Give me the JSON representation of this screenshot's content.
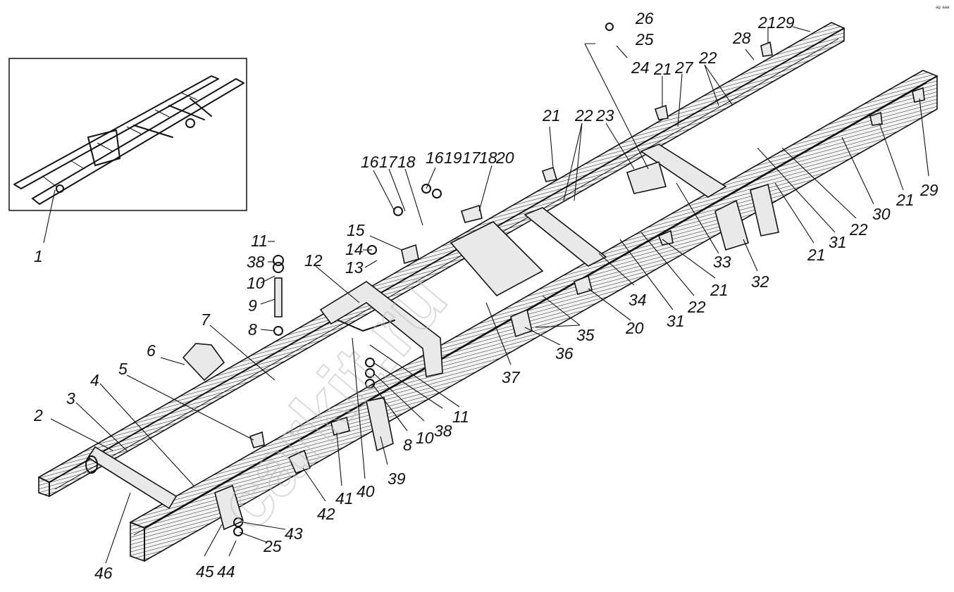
{
  "diagram": {
    "corner_mark": "ᵃᵍ ᵃᵃᵃ",
    "watermark": "carkit.ru",
    "labels": [
      {
        "id": "l1",
        "text": "1"
      },
      {
        "id": "l2",
        "text": "2"
      },
      {
        "id": "l3",
        "text": "3"
      },
      {
        "id": "l4",
        "text": "4"
      },
      {
        "id": "l5",
        "text": "5"
      },
      {
        "id": "l6",
        "text": "6"
      },
      {
        "id": "l7",
        "text": "7"
      },
      {
        "id": "l8a",
        "text": "8"
      },
      {
        "id": "l9",
        "text": "9"
      },
      {
        "id": "l10a",
        "text": "10"
      },
      {
        "id": "l38a",
        "text": "38"
      },
      {
        "id": "l11a",
        "text": "11"
      },
      {
        "id": "l12",
        "text": "12"
      },
      {
        "id": "l13",
        "text": "13"
      },
      {
        "id": "l14",
        "text": "14"
      },
      {
        "id": "l15",
        "text": "15"
      },
      {
        "id": "l16a",
        "text": "16"
      },
      {
        "id": "l17a",
        "text": "17"
      },
      {
        "id": "l18a",
        "text": "18"
      },
      {
        "id": "l16b",
        "text": "16"
      },
      {
        "id": "l19",
        "text": "19"
      },
      {
        "id": "l17b",
        "text": "17"
      },
      {
        "id": "l18b",
        "text": "18"
      },
      {
        "id": "l20a",
        "text": "20"
      },
      {
        "id": "l21a",
        "text": "21"
      },
      {
        "id": "l22a",
        "text": "22"
      },
      {
        "id": "l23",
        "text": "23"
      },
      {
        "id": "l26",
        "text": "26"
      },
      {
        "id": "l25a",
        "text": "25"
      },
      {
        "id": "l24",
        "text": "24"
      },
      {
        "id": "l21b",
        "text": "21"
      },
      {
        "id": "l27",
        "text": "27"
      },
      {
        "id": "l22b",
        "text": "22"
      },
      {
        "id": "l28",
        "text": "28"
      },
      {
        "id": "l21c",
        "text": "21"
      },
      {
        "id": "l29a",
        "text": "29"
      },
      {
        "id": "l33",
        "text": "33"
      },
      {
        "id": "l30",
        "text": "30"
      },
      {
        "id": "l21d",
        "text": "21"
      },
      {
        "id": "l29b",
        "text": "29"
      },
      {
        "id": "l22c",
        "text": "22"
      },
      {
        "id": "l31a",
        "text": "31"
      },
      {
        "id": "l21e",
        "text": "21"
      },
      {
        "id": "l32",
        "text": "32"
      },
      {
        "id": "l21f",
        "text": "21"
      },
      {
        "id": "l22d",
        "text": "22"
      },
      {
        "id": "l31b",
        "text": "31"
      },
      {
        "id": "l34",
        "text": "34"
      },
      {
        "id": "l20b",
        "text": "20"
      },
      {
        "id": "l35",
        "text": "35"
      },
      {
        "id": "l36",
        "text": "36"
      },
      {
        "id": "l37",
        "text": "37"
      },
      {
        "id": "l11b",
        "text": "11"
      },
      {
        "id": "l38b",
        "text": "38"
      },
      {
        "id": "l10b",
        "text": "10"
      },
      {
        "id": "l8b",
        "text": "8"
      },
      {
        "id": "l39",
        "text": "39"
      },
      {
        "id": "l40",
        "text": "40"
      },
      {
        "id": "l41",
        "text": "41"
      },
      {
        "id": "l42",
        "text": "42"
      },
      {
        "id": "l43",
        "text": "43"
      },
      {
        "id": "l25b",
        "text": "25"
      },
      {
        "id": "l44",
        "text": "44"
      },
      {
        "id": "l45",
        "text": "45"
      },
      {
        "id": "l46",
        "text": "46"
      }
    ]
  }
}
